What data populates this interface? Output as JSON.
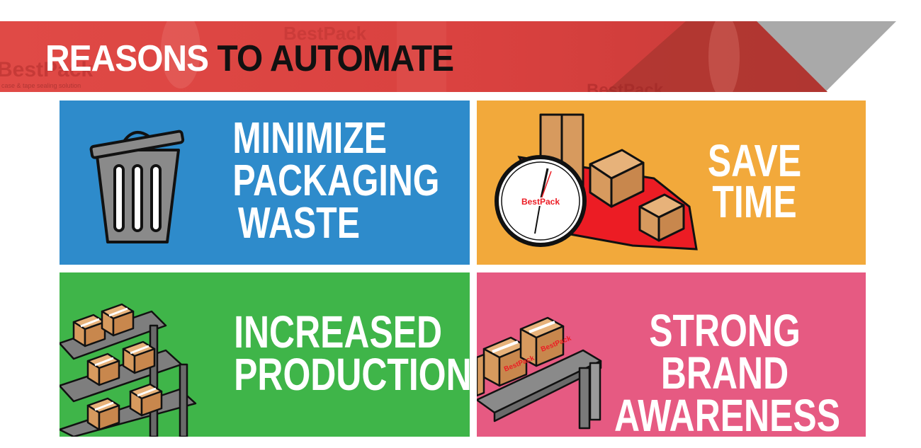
{
  "banner": {
    "title_part1": "REASONS",
    "title_part2": "TO AUTOMATE",
    "watermark_brand": "BestPack",
    "watermark_tagline": "case & tape sealing solution",
    "colors": {
      "red": "#d9413f",
      "gray": "#a9a9a9"
    }
  },
  "tiles": [
    {
      "lines": [
        "MINIMIZE",
        "PACKAGING",
        "WASTE"
      ],
      "color": "#2e8bcb",
      "icon": "trash-can-icon"
    },
    {
      "lines": [
        "SAVE",
        "TIME"
      ],
      "color": "#f2a93b",
      "icon": "clock-boxes-icon",
      "clock_label": "BestPack"
    },
    {
      "lines": [
        "INCREASED",
        "PRODUCTION"
      ],
      "color": "#3fb549",
      "icon": "box-racks-icon"
    },
    {
      "lines": [
        "STRONG BRAND",
        "AWARENESS"
      ],
      "color": "#e65a82",
      "icon": "branded-boxes-conveyor-icon",
      "box_label": "BestPack"
    }
  ]
}
